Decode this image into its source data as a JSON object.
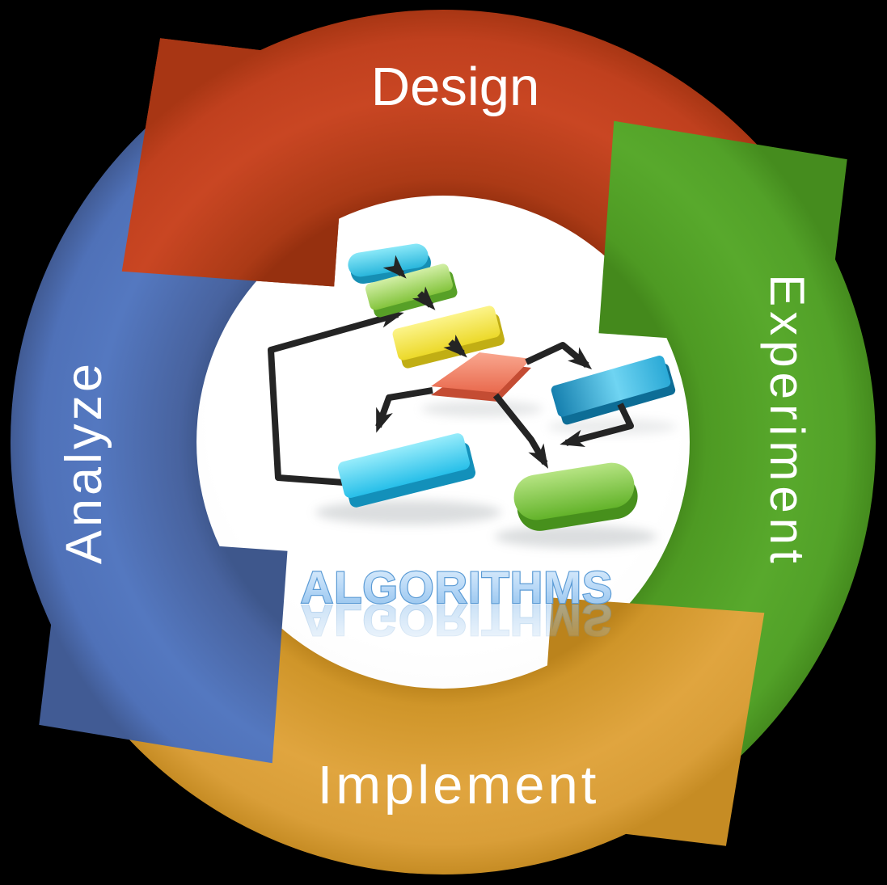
{
  "background_color": "#000000",
  "cycle": {
    "flow_direction": "counterclockwise",
    "steps": [
      {
        "label": "Design",
        "position": "top",
        "arrow_color": "#c84523",
        "label_color": "#ffffff"
      },
      {
        "label": "Experiment",
        "position": "right",
        "arrow_color": "#58a92c",
        "label_color": "#ffffff"
      },
      {
        "label": "Implement",
        "position": "bottom",
        "arrow_color": "#e0a53f",
        "label_color": "#ffffff"
      },
      {
        "label": "Analyze",
        "position": "left",
        "arrow_color": "#5478c0",
        "label_color": "#ffffff"
      }
    ]
  },
  "center": {
    "disc_color": "#ffffff",
    "title": "ALGORITHMS",
    "title_fill": "#b9d9f7",
    "title_outline": "#5b9bd5",
    "illustration": "3d-flowchart",
    "flowchart": {
      "connector_color": "#242424",
      "nodes": [
        {
          "name": "start-pill",
          "shape": "pill",
          "color": "#38c5e8"
        },
        {
          "name": "process-1",
          "shape": "rectangle",
          "color": "#9ed45e"
        },
        {
          "name": "process-2",
          "shape": "rectangle",
          "color": "#f0e431"
        },
        {
          "name": "decision",
          "shape": "diamond",
          "color": "#ef7a5e"
        },
        {
          "name": "process-3",
          "shape": "rectangle",
          "color": "#25a8dc"
        },
        {
          "name": "process-4",
          "shape": "rectangle",
          "color": "#3cc9f0"
        },
        {
          "name": "end-pill",
          "shape": "pill",
          "color": "#72c135"
        }
      ]
    }
  }
}
